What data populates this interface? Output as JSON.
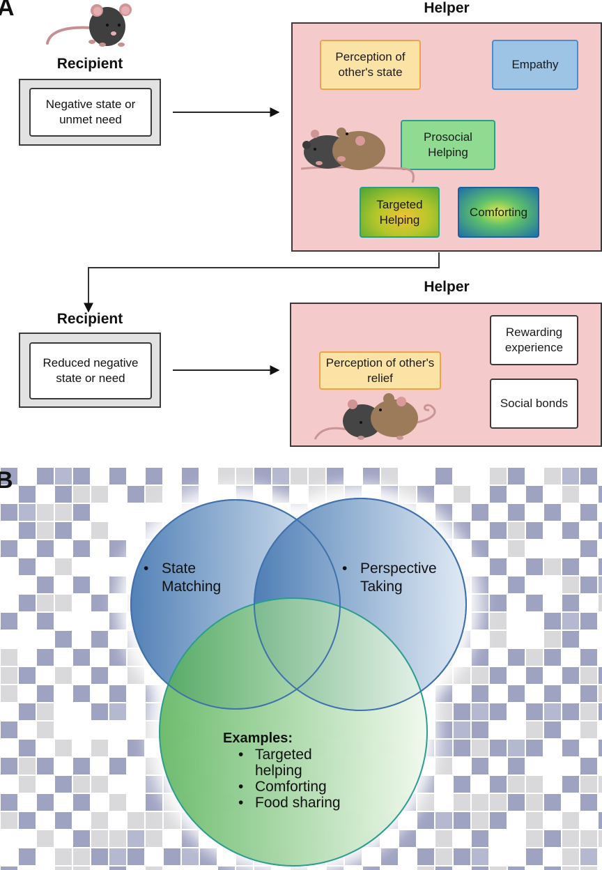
{
  "panel_a": {
    "letter": "A",
    "top_row": {
      "recipient_heading": "Recipient",
      "recipient_state": "Negative state or unmet need",
      "helper_heading": "Helper",
      "nodes": {
        "perception": "Perception of other's state",
        "empathy": "Empathy",
        "prosocial": "Prosocial Helping",
        "targeted": "Targeted Helping",
        "comforting": "Comforting"
      }
    },
    "bottom_row": {
      "recipient_heading": "Recipient",
      "recipient_state": "Reduced negative state or need",
      "helper_heading": "Helper",
      "nodes": {
        "perception": "Perception of other's relief",
        "rewarding": "Rewarding experience",
        "social": "Social bonds"
      }
    },
    "icons": [
      "mouse-icon",
      "huddled-mice-icon",
      "nuzzling-mice-icon"
    ],
    "colors": {
      "helper_bg": "#f4caca",
      "perception": "#fbe3a6",
      "empathy": "#9dc3e5",
      "prosocial": "#8fdb92"
    }
  },
  "panel_b": {
    "letter": "B",
    "circles": {
      "state_matching": "State Matching",
      "perspective_taking": "Perspective Taking",
      "examples_title": "Examples:",
      "examples": [
        "Targeted helping",
        "Comforting",
        "Food sharing"
      ]
    },
    "colors": {
      "blue_circle": "#4f7fb5",
      "green_circle": "#5cb85c"
    }
  }
}
